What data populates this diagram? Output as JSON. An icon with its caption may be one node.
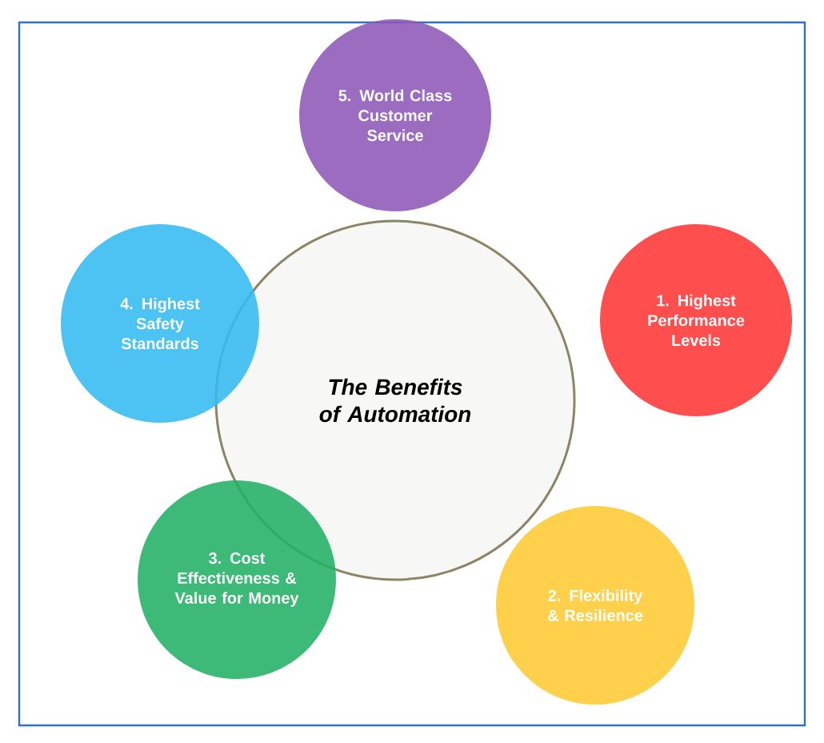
{
  "diagram": {
    "nodes": [
      {
        "text": [
          "The Benefits of Automation"
        ]
      },
      {
        "text": [
          "5. World Class Customer Service"
        ]
      },
      {
        "text": [
          "4. Highest Safety Standards"
        ]
      },
      {
        "text": [
          "1. Highest Performance Levels"
        ]
      },
      {
        "text": [
          "3. Cost Effectiveness & Value for Money"
        ]
      },
      {
        "text": [
          "2. Flexibility & Resilience"
        ]
      }
    ]
  }
}
